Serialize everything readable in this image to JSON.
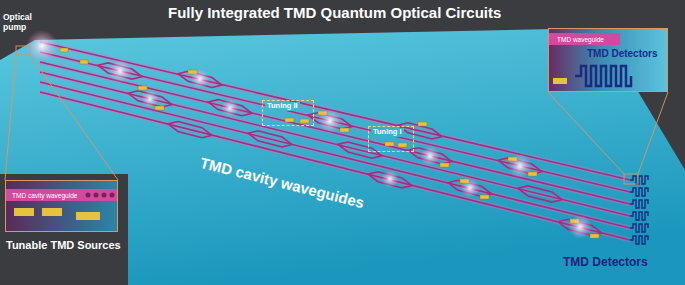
{
  "diagram": {
    "title": "Fully Integrated TMD Quantum Optical Circuits",
    "nodes": [
      {
        "text": [
          "TMD waveguide",
          "TMD Detectors"
        ]
      },
      {
        "text": [
          "Tuning II"
        ]
      },
      {
        "text": [
          "Tuning I"
        ]
      },
      {
        "text": [
          "TMD cavity waveguide",
          "Tunable TMD Sources"
        ]
      }
    ],
    "labels": [
      "Optical pump",
      "TMD cavity waveguides",
      "TMD Detectors"
    ]
  }
}
